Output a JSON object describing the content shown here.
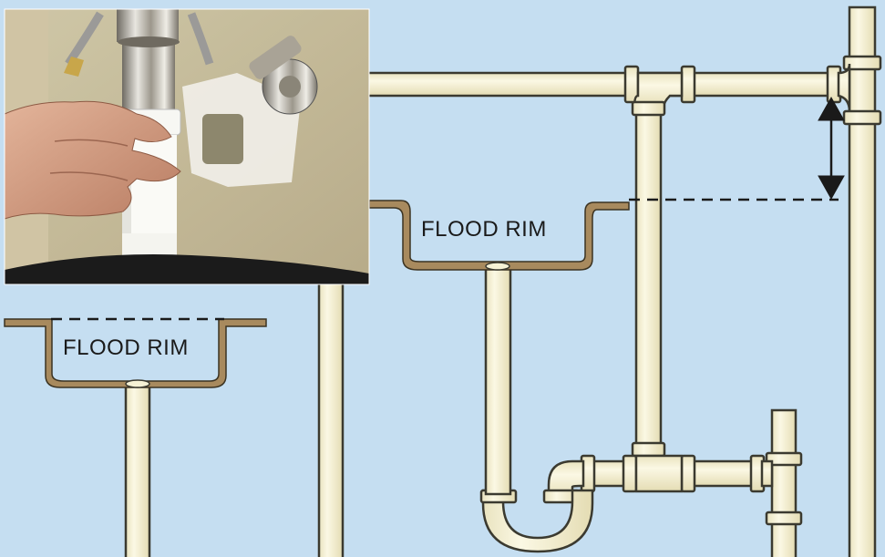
{
  "labels": {
    "flood_rim_left": "FLOOD RIM",
    "flood_rim_center": "FLOOD RIM"
  },
  "colors": {
    "background": "#c5def1",
    "pipe_fill": "#f6f2d5",
    "pipe_outline": "#3b3a30",
    "sink_basin": "#a88a5e",
    "dashed_line": "#1a1a1a",
    "arrow": "#1a1a1a"
  },
  "photo": {
    "subject": "hand holding white PVC trap adapter under sink tailpiece"
  }
}
